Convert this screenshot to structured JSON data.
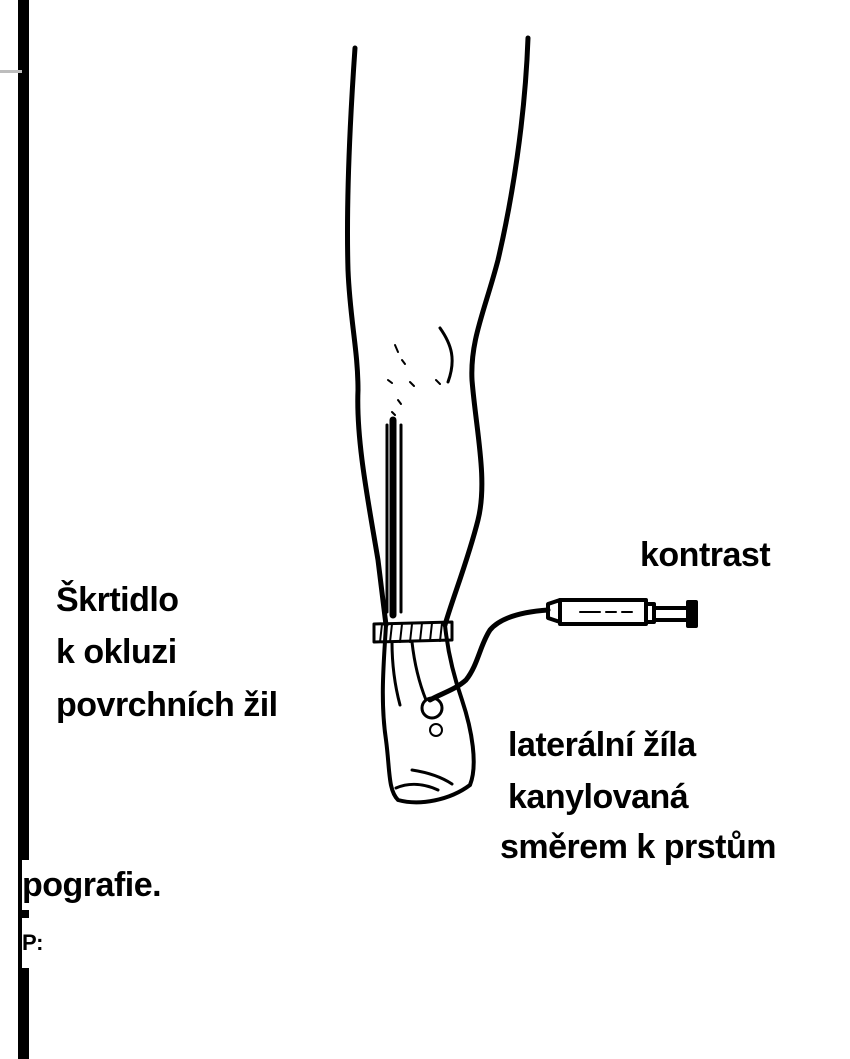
{
  "labels": {
    "contrast": "kontrast",
    "tourniquet_line1": "Škrtidlo",
    "tourniquet_line2": "k okluzi",
    "tourniquet_line3": "povrchních žil",
    "vein_line1": "laterální žíla",
    "vein_line2": "kanylovaná",
    "vein_line3": "směrem k prstům",
    "cut_off_text": "pografie.",
    "cut_off_fragment": "P:"
  },
  "colors": {
    "ink": "#000000",
    "paper": "#ffffff"
  }
}
